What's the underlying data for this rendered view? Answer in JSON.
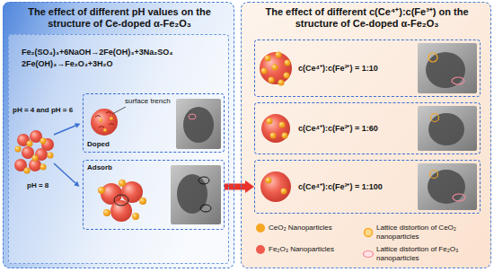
{
  "diagram": {
    "nodes": [
      {
        "text": [
          "The effect of different pH values on the structure of Ce-doped α-Fe₂O₃"
        ]
      },
      {
        "text": [
          "Fe₂(SO₄)₃+6NaOH→2Fe(OH)₃+3Na₂SO₄",
          "2Fe(OH)₃→Fe₂O₃+3H₂O"
        ],
        "in": 0
      },
      {
        "text": [
          "surface trench",
          "Doped"
        ],
        "in": 1
      },
      {
        "text": [
          "Adsorb"
        ],
        "in": 1
      },
      {
        "text": [
          "The effect of different c(Ce⁴⁺):c(Fe³⁺) on the structure of Ce-doped α-Fe₂O₃"
        ]
      },
      {
        "text": [
          "c(Ce⁴⁺):c(Fe³⁺) = 1:10"
        ],
        "in": 4
      },
      {
        "text": [
          "c(Ce⁴⁺):c(Fe³⁺) = 1:60"
        ],
        "in": 4
      },
      {
        "text": [
          "c(Ce⁴⁺):c(Fe³⁺) = 1:100"
        ],
        "in": 4
      }
    ],
    "edges": [
      {
        "from": 3,
        "to": 7,
        "arrow": "to"
      }
    ],
    "labels": [
      "pH = 4 and pH = 6",
      "pH = 8"
    ],
    "legend": [
      {
        "text": "CeO₂ Nanoparticles",
        "color": "#f6a722"
      },
      {
        "text": "Lattice distortion of CeO₂ nanoparticles"
      },
      {
        "text": "Fe₂O₃ Nanoparticles",
        "color": "#ee5b4d"
      },
      {
        "text": "Lattice distortion of Fe₂O₃ nanoparticles"
      }
    ]
  }
}
